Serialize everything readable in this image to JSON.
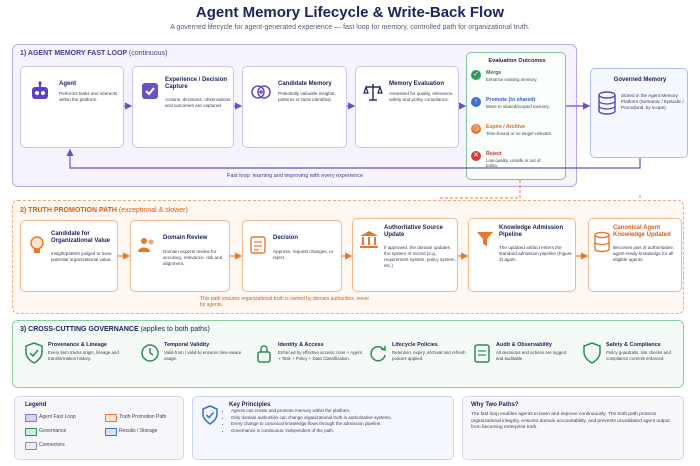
{
  "header": {
    "title": "Agent Memory Lifecycle & Write-Back Flow",
    "subtitle": "A governed lifecycle for agent-generated experience — fast loop for memory, controlled path for organizational truth."
  },
  "fast_loop": {
    "title": "1) AGENT MEMORY FAST LOOP",
    "title_note": "(continuous)",
    "agent": {
      "title": "Agent",
      "desc": "Performs tasks and interacts within the platform."
    },
    "capture": {
      "title": "Experience / Decision Capture",
      "desc": "Actions, decisions, observations and outcomes are captured."
    },
    "candidate": {
      "title": "Candidate Memory",
      "desc": "Potentially valuable insights, patterns or facts identified."
    },
    "evaluation": {
      "title": "Memory Evaluation",
      "desc": "Assessed for quality, relevance, safety and policy compliance."
    },
    "outcomes": {
      "title": "Evaluation Outcomes",
      "items": [
        {
          "title": "Merge",
          "desc": "Enhance existing memory."
        },
        {
          "title": "Promote (to shared)",
          "desc": "Move to shared/scoped memory."
        },
        {
          "title": "Expire / Archive",
          "desc": "Time-bound or no longer relevant."
        },
        {
          "title": "Reject",
          "desc": "Low quality, unsafe or out of policy."
        }
      ]
    },
    "governed_memory": {
      "title": "Governed Memory",
      "desc": "Stored in the Agent Memory Platform (Semantic / Episodic / Procedural, by scope)."
    },
    "loop_label": "Fast loop: learning and improving with every experience"
  },
  "truth_path": {
    "title": "2) TRUTH PROMOTION PATH",
    "title_note": "(exceptional & slower)",
    "candidate": {
      "title": "Candidate for Organizational Value",
      "desc": "Insight/pattern judged to have potential organizational value."
    },
    "review": {
      "title": "Domain Review",
      "desc": "Domain experts review for accuracy, relevance, risk and alignment."
    },
    "decision": {
      "title": "Decision",
      "desc": "Approve, request changes, or reject."
    },
    "update": {
      "title": "Authoritative Source Update",
      "desc": "If approved, the domain updates the system of record (e.g., requirement system, policy system, etc.)"
    },
    "pipeline": {
      "title": "Knowledge Admission Pipeline",
      "desc": "The updated artifact enters the standard admission pipeline (Figure 3) again."
    },
    "canonical": {
      "title": "Canonical Agent Knowledge Updated",
      "desc": "Becomes part of authoritative, agent-ready knowledge for all eligible agents."
    },
    "note": "This path ensures organizational truth is owned by domain authorities, never by agents."
  },
  "governance": {
    "title": "3) CROSS-CUTTING GOVERNANCE",
    "title_note": "(applies to both paths)",
    "items": [
      {
        "title": "Provenance & Lineage",
        "desc": "Every item tracks origin, lineage and transformation history."
      },
      {
        "title": "Temporal Validity",
        "desc": "Valid-from / valid-to ensures time-aware usage."
      },
      {
        "title": "Identity & Access",
        "desc": "Enforced by effective access: User + Agent + Task + Policy + Data Classification."
      },
      {
        "title": "Lifecycle Policies",
        "desc": "Retention, expiry, archival and refresh policies applied."
      },
      {
        "title": "Audit & Observability",
        "desc": "All decisions and actions are logged and auditable."
      },
      {
        "title": "Safety & Compliance",
        "desc": "Policy guardrails, risk checks and compliance controls enforced."
      }
    ]
  },
  "legend": {
    "title": "Legend",
    "items": [
      "Agent Fast Loop",
      "Truth Promotion Path",
      "Governance",
      "Results / Storage",
      "Connectors"
    ]
  },
  "principles": {
    "title": "Key Principles",
    "items": [
      "Agents can create and promote memory within the platform.",
      "Only domain authorities can change organizational truth in authoritative systems.",
      "Every change to canonical knowledge flows through the admission pipeline.",
      "Governance is continuous, independent of the path."
    ]
  },
  "why": {
    "title": "Why Two Paths?",
    "text": "The fast loop enables agents to learn and improve continuously. The truth path protects organizational integrity, ensures domain accountability, and prevents unvalidated agent output from becoming enterprise truth."
  },
  "colors": {
    "fast_loop": "#6a4fc9",
    "truth_path": "#e8772e",
    "governance": "#2e8b57",
    "storage": "#3a6fd1",
    "navy": "#1d2461"
  }
}
